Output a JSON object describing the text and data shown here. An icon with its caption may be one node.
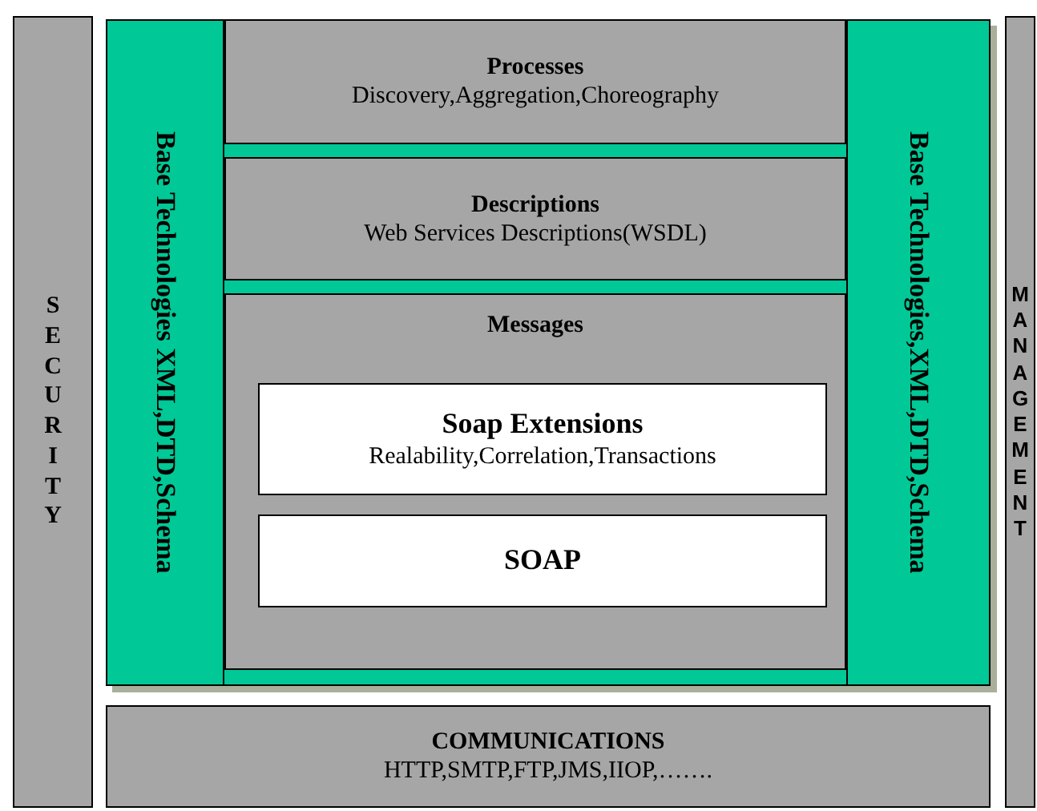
{
  "diagram": {
    "nodes": [
      {
        "text": [
          "SECURITY"
        ]
      },
      {
        "text": [
          "Base Technologies XML,DTD,Schema"
        ]
      },
      {
        "text": [
          "Processes",
          "Discovery,Aggregation,Choreography"
        ]
      },
      {
        "text": [
          "Descriptions",
          "Web Services Descriptions(WSDL)"
        ]
      },
      {
        "text": [
          "Messages"
        ]
      },
      {
        "text": [
          "Soap Extensions",
          "Realability,Correlation,Transactions"
        ],
        "in": 4
      },
      {
        "text": [
          "SOAP"
        ],
        "in": 4
      },
      {
        "text": [
          "Base Technologies,XML,DTD,Schema"
        ]
      },
      {
        "text": [
          "COMMUNICATIONS",
          "HTTP,SMTP,FTP,JMS,IIOP,……."
        ]
      },
      {
        "text": [
          "MANAGEMENT"
        ]
      }
    ]
  }
}
